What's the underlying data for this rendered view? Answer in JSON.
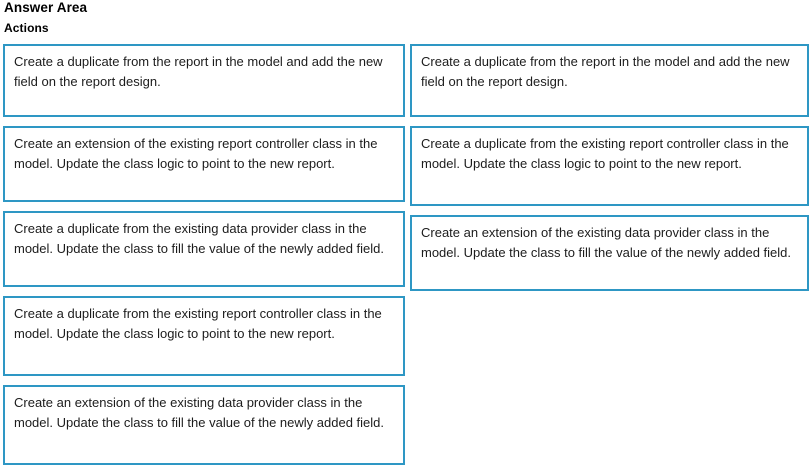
{
  "header": {
    "title": "Answer Area",
    "section_label": "Actions"
  },
  "theme": {
    "box_border_color": "#2e97c4",
    "box_background": "#ffffff",
    "text_color": "#1c1c1c",
    "page_background": "#ffffff"
  },
  "columns": {
    "actions_source": {
      "name": "Actions",
      "items": [
        {
          "id": "action-1",
          "text": "Create a duplicate from the report in the model and add the new field on the report design."
        },
        {
          "id": "action-2",
          "text": "Create an extension of the existing report controller class in the model. Update the class logic to point to the new report."
        },
        {
          "id": "action-3",
          "text": "Create a duplicate from the existing data provider class in the model. Update the class to fill the value of the newly added field."
        },
        {
          "id": "action-4",
          "text": "Create a duplicate from the existing report controller class in the model. Update the class logic to point to the new report."
        },
        {
          "id": "action-5",
          "text": "Create an extension of the existing data provider class in the model. Update the class to fill the value of the newly added field."
        }
      ]
    },
    "answer_target": {
      "name": "Answer Area",
      "items": [
        {
          "id": "answer-1",
          "text": "Create a duplicate from the report in the model and add the new field on the report design."
        },
        {
          "id": "answer-2",
          "text": "Create a duplicate from the existing report controller class in the model. Update the class logic to point to the new report."
        },
        {
          "id": "answer-3",
          "text": "Create an extension of the existing data provider class in the model. Update the class to fill the value of the newly added field."
        }
      ]
    }
  }
}
